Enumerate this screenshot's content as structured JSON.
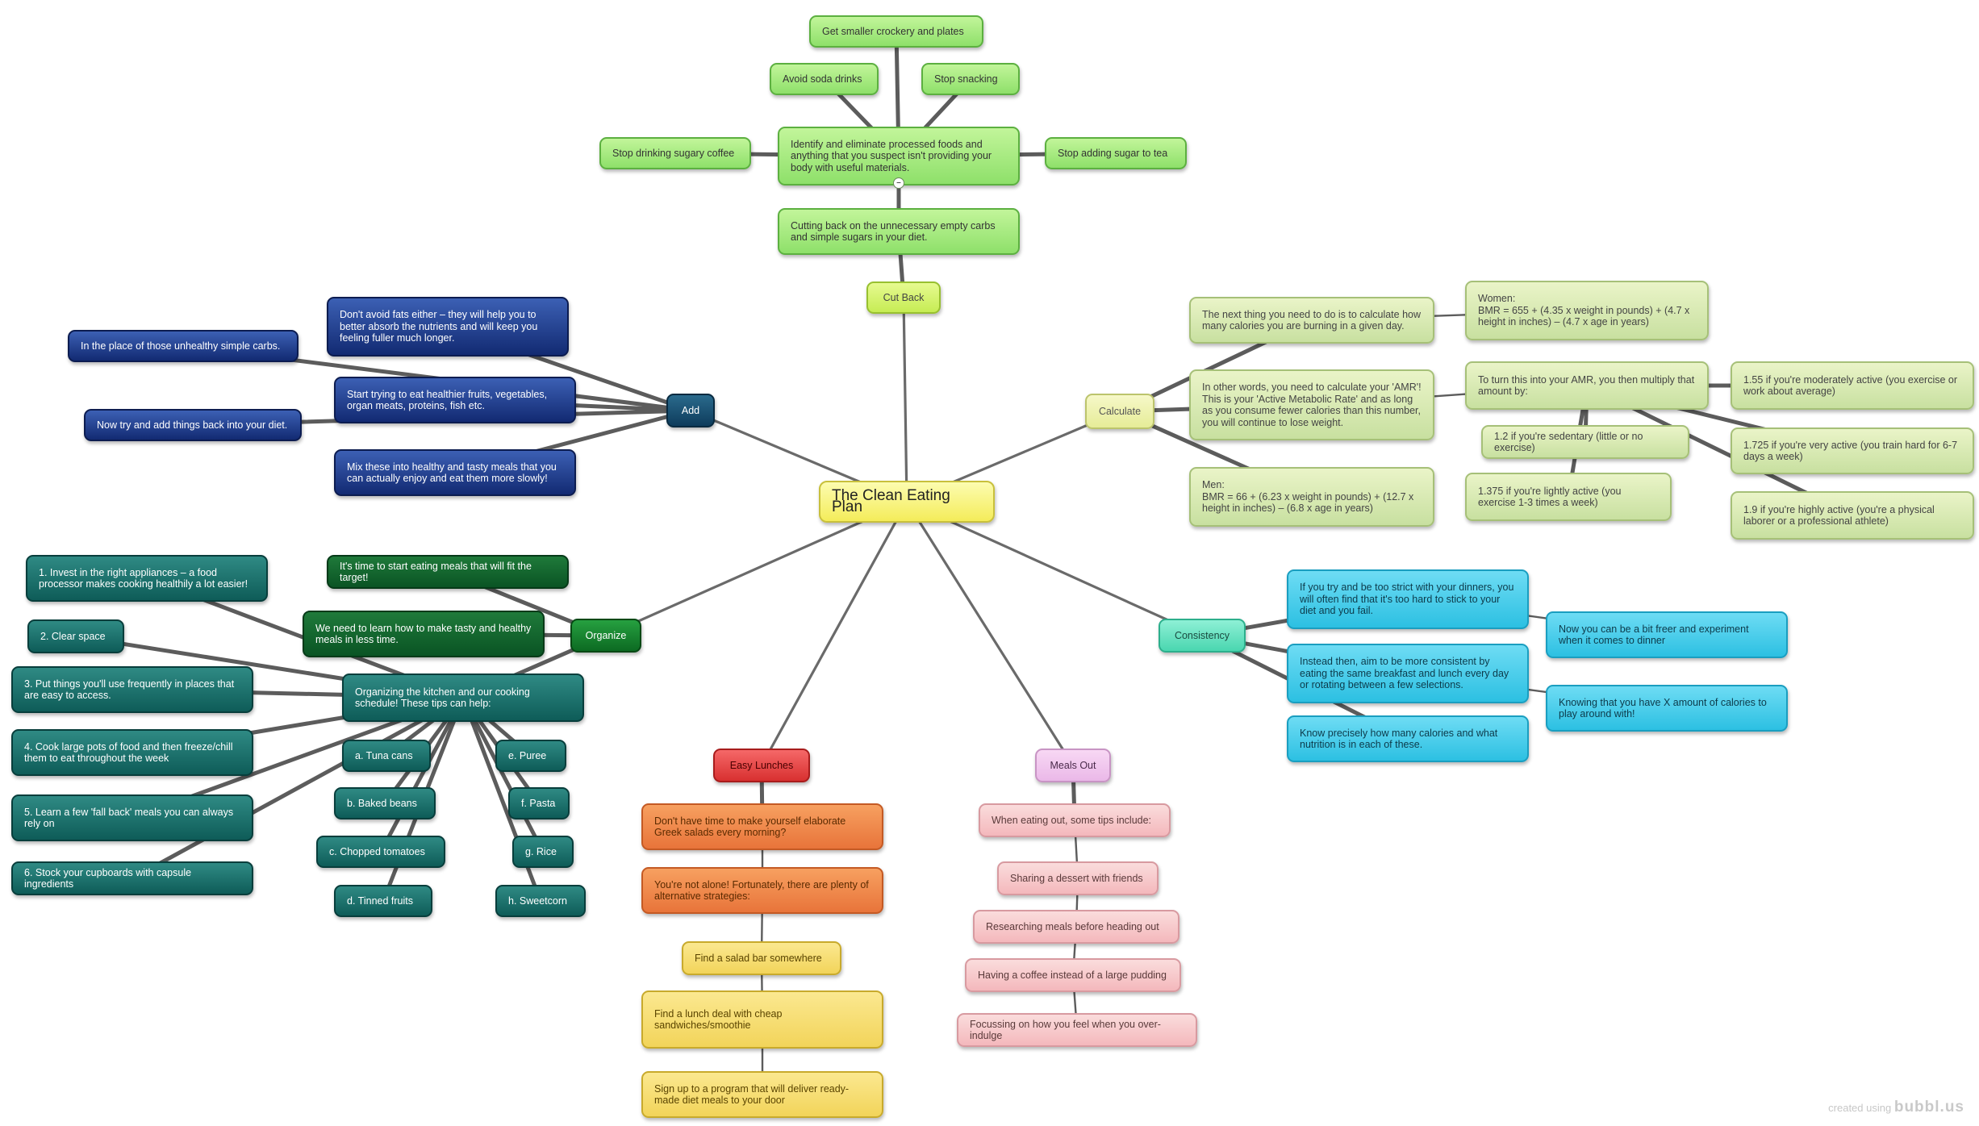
{
  "diagram": {
    "center": "The Clean Eating Plan",
    "branches": [
      {
        "name": "cut-back",
        "label": "Cut Back",
        "color": "#b8e86a",
        "nodes": [
          {
            "id": "cb1",
            "text": "Cutting back on the unnecessary empty carbs and simple sugars in your diet."
          },
          {
            "id": "cb2",
            "text": "Identify and eliminate processed foods and anything that you suspect isn't providing your body with useful materials."
          },
          {
            "id": "cb3",
            "text": "Get smaller crockery and plates"
          },
          {
            "id": "cb4",
            "text": "Avoid soda drinks"
          },
          {
            "id": "cb5",
            "text": "Stop snacking"
          },
          {
            "id": "cb6",
            "text": "Stop drinking sugary coffee"
          },
          {
            "id": "cb7",
            "text": "Stop adding sugar to tea"
          }
        ]
      },
      {
        "name": "add",
        "label": "Add",
        "color": "#1e4a8a",
        "nodes": [
          {
            "id": "ad1",
            "text": "Don't avoid fats either – they will help you to better absorb the nutrients and will keep you feeling fuller much longer."
          },
          {
            "id": "ad2",
            "text": "In the place of those unhealthy simple carbs."
          },
          {
            "id": "ad3",
            "text": "Start trying to eat healthier fruits, vegetables, organ meats, proteins, fish etc."
          },
          {
            "id": "ad4",
            "text": "Now try and add things back into your diet."
          },
          {
            "id": "ad5",
            "text": "Mix these into healthy and tasty meals that you can actually enjoy and eat them more slowly!"
          }
        ]
      },
      {
        "name": "calculate",
        "label": "Calculate",
        "color": "#e6f0b0",
        "nodes": [
          {
            "id": "ca1",
            "text": "The next thing you need to do is to calculate how many calories you are burning in a given day."
          },
          {
            "id": "ca2",
            "text": "Women:\nBMR = 655 + (4.35 x weight in pounds) + (4.7 x height in inches) – (4.7 x age in years)"
          },
          {
            "id": "ca3",
            "text": "In other words, you need to calculate your 'AMR'! This is your 'Active Metabolic Rate' and as long as you consume fewer calories than this number, you will continue to lose weight."
          },
          {
            "id": "ca4",
            "text": "To turn this into your AMR, you then multiply that amount by:"
          },
          {
            "id": "ca5",
            "text": "1.55 if you're moderately active (you exercise or work about average)"
          },
          {
            "id": "ca6",
            "text": "1.2 if you're sedentary (little or no exercise)"
          },
          {
            "id": "ca7",
            "text": "1.725 if you're very active (you train hard for 6-7 days a week)"
          },
          {
            "id": "ca8",
            "text": "Men:\nBMR = 66 + (6.23 x weight in pounds) + (12.7 x height in inches) – (6.8 x age in years)"
          },
          {
            "id": "ca9",
            "text": "1.375 if you're lightly active (you exercise 1-3 times a week)"
          },
          {
            "id": "ca10",
            "text": "1.9 if you're highly active (you're a physical laborer or a professional athlete)"
          }
        ]
      },
      {
        "name": "consistency",
        "label": "Consistency",
        "color": "#3fc9e6",
        "nodes": [
          {
            "id": "co1",
            "text": "If you try and be too strict with your dinners, you will often find that it's too hard to stick to your diet and you fail."
          },
          {
            "id": "co2",
            "text": "Now you can be a bit freer and experiment when it comes to dinner"
          },
          {
            "id": "co3",
            "text": "Instead then, aim to be more consistent by eating the same breakfast and lunch every day or rotating between a few selections."
          },
          {
            "id": "co4",
            "text": "Knowing that you have X amount of calories to play around with!"
          },
          {
            "id": "co5",
            "text": "Know precisely how many calories and what nutrition is in each of these."
          }
        ]
      },
      {
        "name": "organize",
        "label": "Organize",
        "color": "#1e7a3a",
        "nodes": [
          {
            "id": "or1",
            "text": "It's time to start eating meals that will fit the target!"
          },
          {
            "id": "or2",
            "text": "We need to learn how to make tasty and healthy meals in less time."
          },
          {
            "id": "or3",
            "text": "Organizing the kitchen and our cooking schedule! These tips can help:"
          },
          {
            "id": "or4",
            "text": "1. Invest in the right appliances – a food processor makes cooking healthily a lot easier!"
          },
          {
            "id": "or5",
            "text": "2. Clear space"
          },
          {
            "id": "or6",
            "text": "3. Put things you'll use frequently in places that are easy to access."
          },
          {
            "id": "or7",
            "text": "4. Cook large pots of food and then freeze/chill them to eat throughout the week"
          },
          {
            "id": "or8",
            "text": "5. Learn a few 'fall back' meals you can always rely on"
          },
          {
            "id": "or9",
            "text": "6. Stock your cupboards with capsule ingredients"
          },
          {
            "id": "or10",
            "text": "a. Tuna cans"
          },
          {
            "id": "or11",
            "text": "b. Baked beans"
          },
          {
            "id": "or12",
            "text": "c. Chopped tomatoes"
          },
          {
            "id": "or13",
            "text": "d. Tinned fruits"
          },
          {
            "id": "or14",
            "text": "e. Puree"
          },
          {
            "id": "or15",
            "text": "f. Pasta"
          },
          {
            "id": "or16",
            "text": "g. Rice"
          },
          {
            "id": "or17",
            "text": "h. Sweetcorn"
          }
        ]
      },
      {
        "name": "easy-lunches",
        "label": "Easy Lunches",
        "color": "#e84040",
        "nodes": [
          {
            "id": "el1",
            "text": "Don't have time to make yourself elaborate Greek salads every morning?"
          },
          {
            "id": "el2",
            "text": "You're not alone! Fortunately, there are plenty of alternative strategies:"
          },
          {
            "id": "el3",
            "text": "Find a salad bar somewhere"
          },
          {
            "id": "el4",
            "text": "Find a lunch deal with cheap sandwiches/smoothie"
          },
          {
            "id": "el5",
            "text": "Sign up to a program that will deliver ready-made diet meals to your door"
          }
        ]
      },
      {
        "name": "meals-out",
        "label": "Meals Out",
        "color": "#f2c4f0",
        "nodes": [
          {
            "id": "mo1",
            "text": "When eating out, some tips include:"
          },
          {
            "id": "mo2",
            "text": "Sharing a dessert with friends"
          },
          {
            "id": "mo3",
            "text": "Researching meals before heading out"
          },
          {
            "id": "mo4",
            "text": "Having a coffee instead of a large pudding"
          },
          {
            "id": "mo5",
            "text": "Focussing on how you feel when you over-indulge"
          }
        ]
      }
    ],
    "collapse_symbol": "–",
    "credit": {
      "prefix": "created using",
      "brand": "bubbl.us"
    }
  }
}
